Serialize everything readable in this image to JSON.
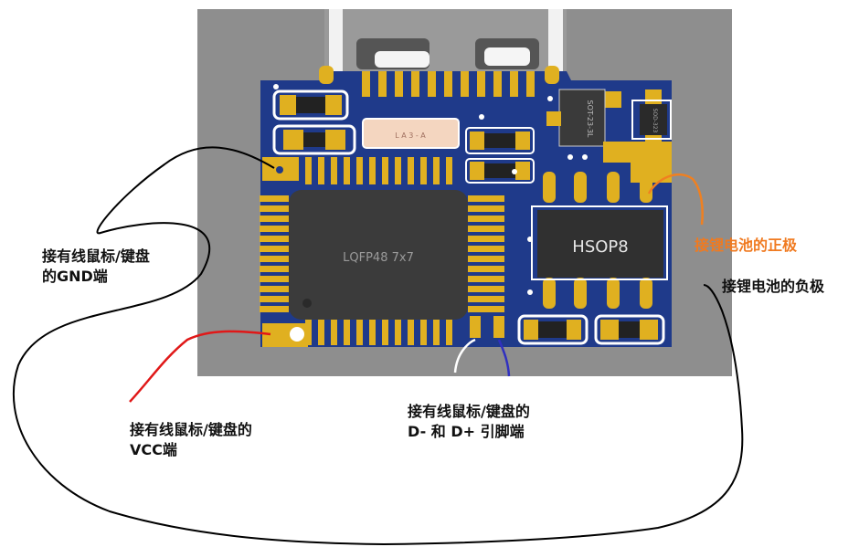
{
  "components": {
    "mcu_label": "LQFP48 7x7",
    "driver_label": "HSOP8",
    "crystal_label": "L  A  3  -  A",
    "regulator_label": "SOT-23-3L",
    "small_chip_label": "SOD-323"
  },
  "annotations": {
    "gnd": {
      "line1": "接有线鼠标/键盘",
      "line2": "的GND端"
    },
    "vcc": {
      "line1": "接有线鼠标/键盘的",
      "line2": "VCC端"
    },
    "data": {
      "line1": "接有线鼠标/键盘的",
      "line2": "D-  和  D+  引脚端"
    },
    "battery_pos": "接锂电池的正极",
    "battery_neg": "接锂电池的负极"
  },
  "colors": {
    "board": "#1f3a8a",
    "pad": "#e0b020",
    "background_panel": "#8c8c8c",
    "wire_gnd": "#000000",
    "wire_vcc": "#e01818",
    "wire_dplus": "#3030c0",
    "wire_dminus": "#ffffff",
    "wire_positive": "#f08020",
    "text_positive": "#f07a20"
  }
}
